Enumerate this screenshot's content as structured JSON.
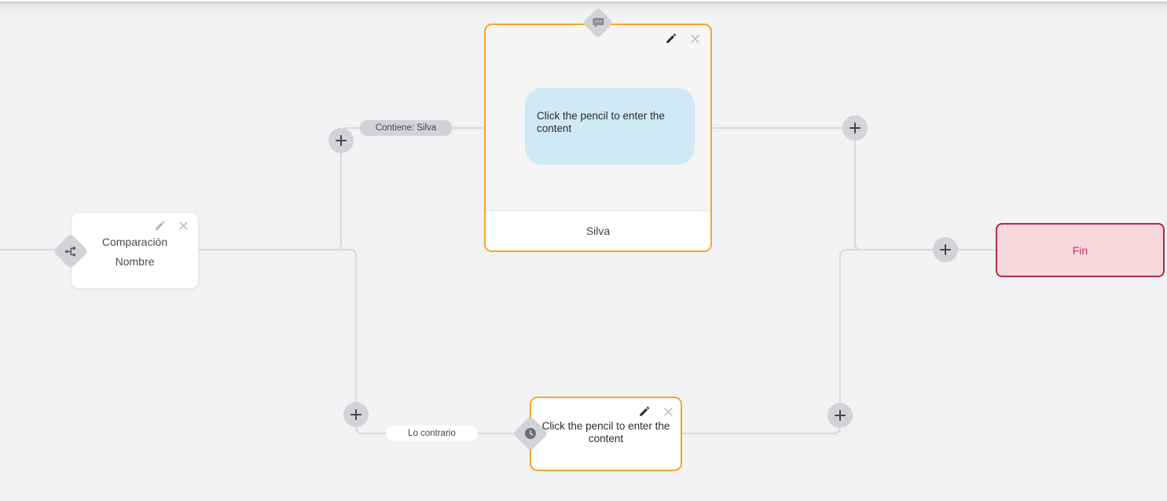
{
  "canvas": {
    "background": "#f1f2f4",
    "edge_color": "#d9dadd",
    "accent_orange": "#f7a428"
  },
  "edges": {
    "labels": [
      {
        "id": "contains",
        "text": "Contiene: Silva",
        "style": "gray"
      },
      {
        "id": "otherwise",
        "text": "Lo contrario",
        "style": "white"
      }
    ]
  },
  "nodes": {
    "condition": {
      "title_line1": "Comparación",
      "title_line2": "Nombre",
      "icon": "branch-icon"
    },
    "message": {
      "placeholder": "Click the pencil to enter the content",
      "footer_label": "Silva",
      "icon": "chat-bubble-icon",
      "bubble_color": "#cfe9f5"
    },
    "fallback": {
      "placeholder": "Click the pencil to enter the content",
      "icon": "clock-icon"
    },
    "end": {
      "label": "Fin",
      "background": "#f6d7dc",
      "border_color": "#ae2b48",
      "text_color": "#bd3a55"
    }
  },
  "actions": {
    "edit": "pencil-icon",
    "delete": "close-icon",
    "add": "plus-icon"
  }
}
